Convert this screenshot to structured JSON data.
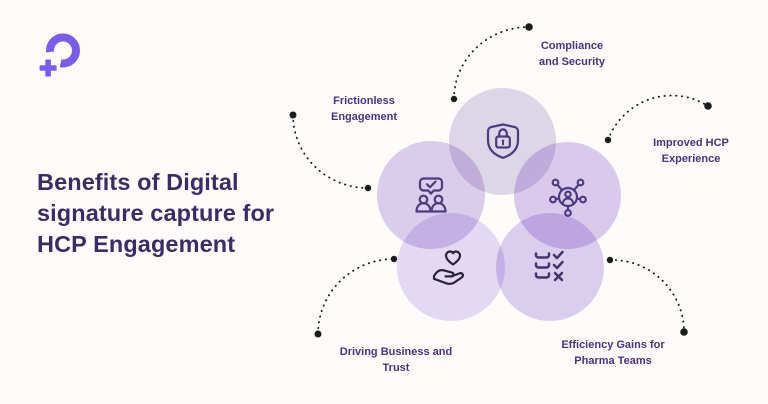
{
  "palette": {
    "background": "#FDFCFA",
    "brand_purple": "#7B5CE5",
    "title_color": "#3D2B66",
    "label_color": "#4A3185",
    "icon_stroke": "#4D3A80",
    "icon_stroke_dark": "#2A2238",
    "connector_color": "#1C1C1C"
  },
  "brand": {
    "logo_icon": "plus-p-logo"
  },
  "title": {
    "lines": [
      "Benefits of Digital",
      "signature capture for",
      "HCP Engagement"
    ]
  },
  "benefits": [
    {
      "id": "compliance",
      "line1": "Compliance",
      "line2": "and Security",
      "icon": "shield-lock-icon",
      "circle_color": "#DFD9EB"
    },
    {
      "id": "frictionless",
      "line1": "Frictionless",
      "line2": "Engagement",
      "icon": "people-chat-icon",
      "circle_color": "#DCD0F0"
    },
    {
      "id": "improved-hcp",
      "line1": "Improved HCP",
      "line2": "Experience",
      "icon": "network-person-icon",
      "circle_color": "#DBCDF2"
    },
    {
      "id": "driving-business",
      "line1": "Driving Business and",
      "line2": "Trust",
      "icon": "hand-heart-icon",
      "circle_color": "#E6DCF8"
    },
    {
      "id": "efficiency",
      "line1": "Efficiency Gains for",
      "line2": "Pharma Teams",
      "icon": "checklist-icon",
      "circle_color": "#DDD0F3"
    }
  ]
}
